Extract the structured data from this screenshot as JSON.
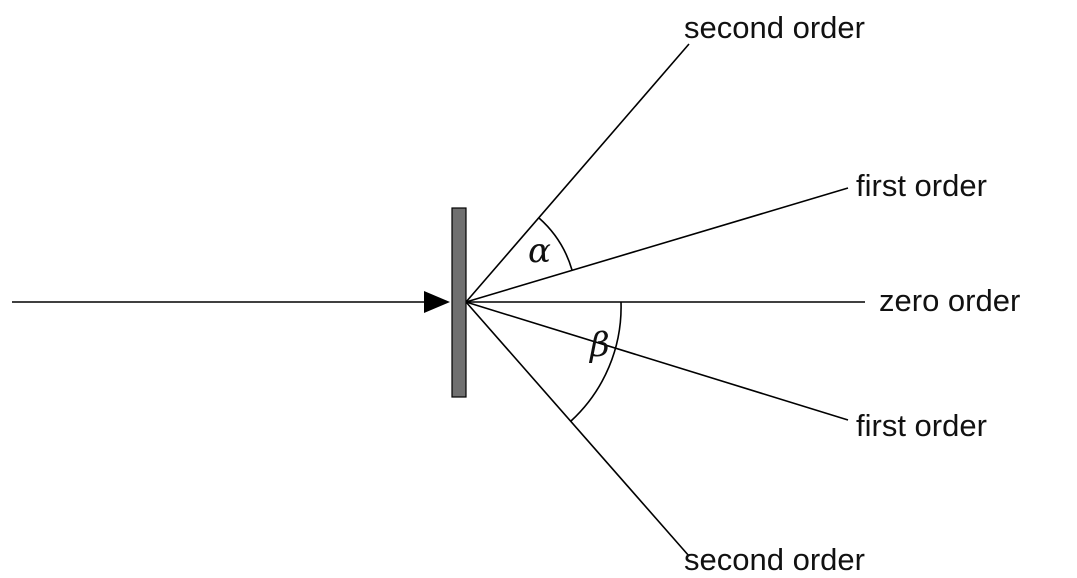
{
  "labels": {
    "second_order_top": "second order",
    "first_order_top": "first order",
    "zero_order": "zero order",
    "first_order_bottom": "first order",
    "second_order_bottom": "second order"
  },
  "angles": {
    "alpha": "α",
    "beta": "β"
  },
  "colors": {
    "grating_fill": "#707070",
    "line": "#000000",
    "text": "#111111"
  }
}
